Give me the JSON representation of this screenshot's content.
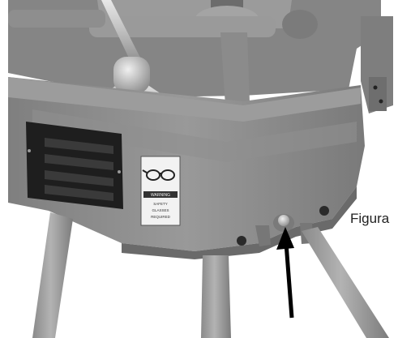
{
  "figure": {
    "caption": "Figura",
    "warning_label": {
      "header": "WARNING",
      "lines": [
        "SAFETY",
        "GLASSES",
        "REQUIRED"
      ]
    },
    "annotation": "arrow pointing to drain plug"
  },
  "colors": {
    "machine_body": "#8a8a8a",
    "machine_dark": "#3a3a3a",
    "background": "#ffffff"
  }
}
